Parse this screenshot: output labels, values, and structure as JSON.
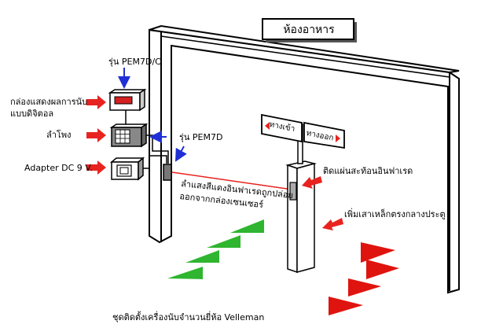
{
  "labels": {
    "dining_room_sign": "ห้องอาหาร",
    "model_pem7dc": "รุ่น PEM7D/C",
    "digital_display_box": "กล่องแสดงผลการนับ\nแบบดิจิตอล",
    "speaker": "ลำโพง",
    "adapter": "Adapter DC 9 V.",
    "model_pem7d": "รุ่น PEM7D",
    "entrance_sign": "ทางเข้า",
    "exit_sign": "ทางออก",
    "ir_reflector": "ติดแผ่นสะท้อนอินฟาเรด",
    "red_ir_beam": "ลำแสงสีแดงอินฟาเรดถูกปล่อย\nออกจากกล่องเซนเซอร์",
    "center_post": "เพิ่มเสาเหล็กตรงกลางประตู",
    "caption": "ชุดติดตั้งเครื่องนับจำนวนยี่ห้อ Velleman"
  },
  "colors": {
    "arrow_red": "#e8231f",
    "arrow_blue": "#1f2fd6",
    "beam_red": "#e8231f",
    "triangle_green": "#2fb52f",
    "triangle_red": "#e0140f",
    "display_red": "#d42020"
  },
  "icons": {
    "pointer_arrow": "thick-right-arrow",
    "model_pointer": "blue-line-arrow"
  }
}
